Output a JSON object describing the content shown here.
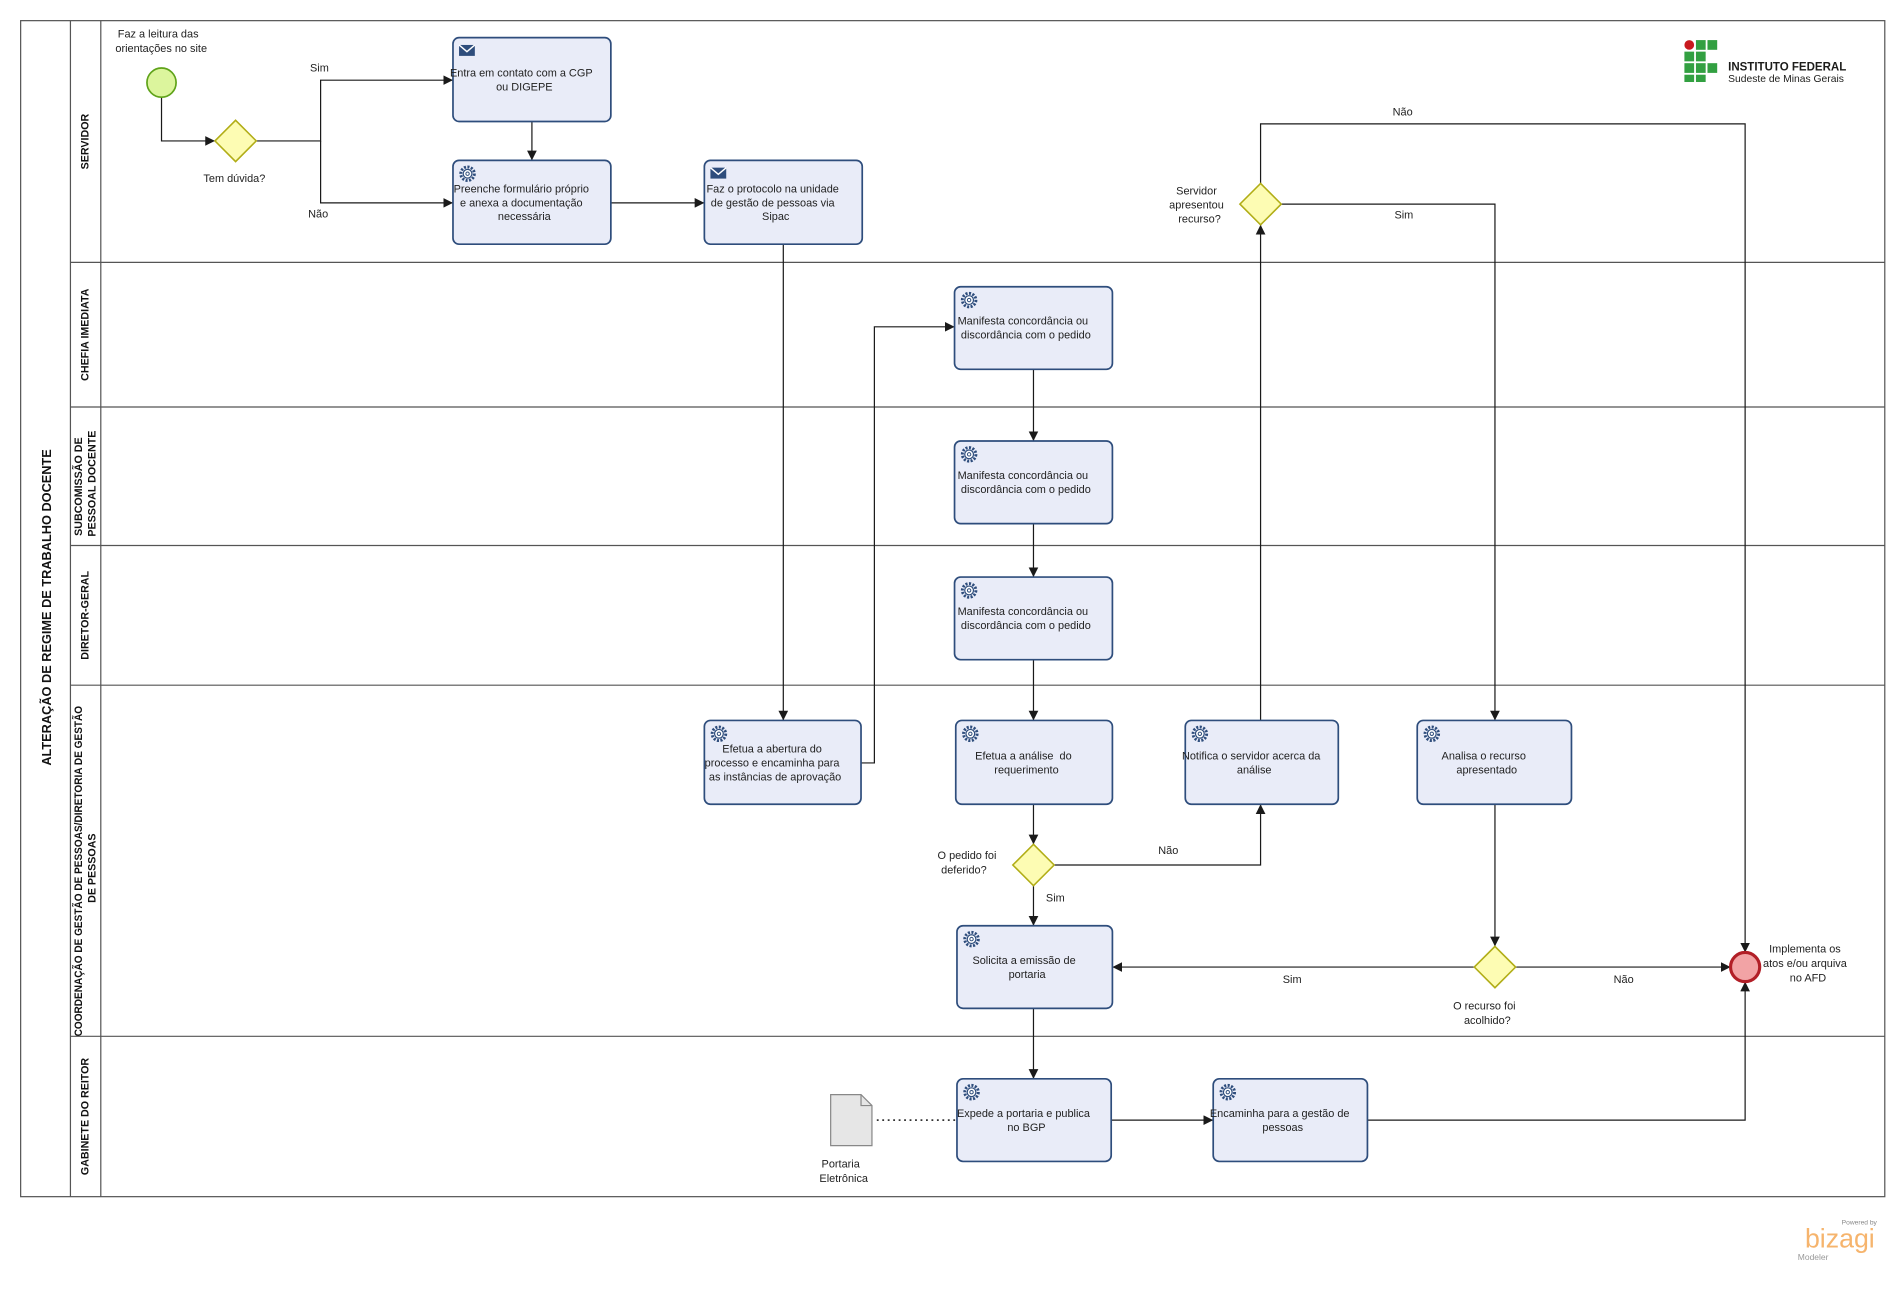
{
  "pool": {
    "title": "ALTERAÇÃO DE REGIME DE TRABALHO DOCENTE"
  },
  "lanes": {
    "servidor": [
      "SERVIDOR"
    ],
    "chefia": [
      "CHEFIA IMEDIATA"
    ],
    "subcomissao": [
      "SUBCOMISSÃO DE",
      "PESSOAL DOCENTE"
    ],
    "diretor": [
      "DIRETOR-GERAL"
    ],
    "coordenacao": [
      "COORDENAÇÃO DE GESTÃO DE PESSOAS/DIRETORIA DE GESTÃO",
      "DE PESSOAS"
    ],
    "gabinete": [
      "GABINETE DO REITOR"
    ]
  },
  "start_event": {
    "label": [
      "Faz a leitura das",
      "orientações no site"
    ]
  },
  "end_event": {
    "label": [
      "Implementa os",
      "atos e/ou arquiva",
      "no AFD"
    ]
  },
  "tasks": {
    "contato": {
      "icon": "envelope-icon",
      "lines": [
        "Entra em contato com a CGP",
        "ou DIGEPE"
      ]
    },
    "formulario": {
      "icon": "gear-icon",
      "lines": [
        "Preenche formulário próprio",
        "e anexa a documentação",
        "necessária"
      ]
    },
    "protocolo": {
      "icon": "envelope-icon",
      "lines": [
        "Faz o protocolo na unidade",
        "de gestão de pessoas via",
        "Sipac"
      ]
    },
    "abertura": {
      "icon": "gear-icon",
      "lines": [
        "Efetua a abertura do",
        "processo e encaminha para",
        "as instâncias de aprovação"
      ]
    },
    "chefia": {
      "icon": "gear-icon",
      "lines": [
        "Manifesta concordância ou",
        "discordância com o pedido"
      ]
    },
    "subcomissao": {
      "icon": "gear-icon",
      "lines": [
        "Manifesta concordância ou",
        "discordância com o pedido"
      ]
    },
    "diretor": {
      "icon": "gear-icon",
      "lines": [
        "Manifesta concordância ou",
        "discordância com o pedido"
      ]
    },
    "analise": {
      "icon": "gear-icon",
      "lines": [
        "Efetua a análise  do",
        "requerimento"
      ]
    },
    "notifica": {
      "icon": "gear-icon",
      "lines": [
        "Notifica o servidor acerca da",
        "análise"
      ]
    },
    "recurso": {
      "icon": "gear-icon",
      "lines": [
        "Analisa o recurso",
        "apresentado"
      ]
    },
    "portaria": {
      "icon": "gear-icon",
      "lines": [
        "Solicita a emissão de",
        "portaria"
      ]
    },
    "expede": {
      "icon": "gear-icon",
      "lines": [
        "Expede a portaria e publica",
        "no BGP"
      ]
    },
    "encaminha": {
      "icon": "gear-icon",
      "lines": [
        "Encaminha para a gestão de",
        "pessoas"
      ]
    }
  },
  "gateways": {
    "duvida": [
      "Tem dúvida?"
    ],
    "deferido": [
      "O pedido foi",
      "deferido?"
    ],
    "recurso": [
      "Servidor",
      "apresentou",
      "recurso?"
    ],
    "acolhido": [
      "O recurso foi",
      "acolhido?"
    ]
  },
  "flows": {
    "duvida_sim": "Sim",
    "duvida_nao": "Não",
    "deferido_nao": "Não",
    "deferido_sim": "Sim",
    "recurso_nao": "Não",
    "recurso_sim": "Sim",
    "acolhido_sim": "Sim",
    "acolhido_nao": "Não"
  },
  "data_object": {
    "icon": "document-icon",
    "label": [
      "Portaria",
      "Eletrônica"
    ]
  },
  "logo": {
    "line1": "INSTITUTO FEDERAL",
    "line2": "Sudeste de Minas Gerais"
  },
  "watermark": {
    "powered": "Powered by",
    "brand": "bizagi",
    "product": "Modeler"
  },
  "colors": {
    "task_fill": "#e9ecf8",
    "task_stroke": "#2e4d7c",
    "gateway_fill": "#fdfcb3",
    "gateway_stroke": "#b1ad16",
    "start_fill": "#dcf59d",
    "start_stroke": "#5fa319",
    "end_fill": "#f2a3a5",
    "end_stroke": "#b21f27",
    "logo_green": "#32a041",
    "logo_red": "#c8191e",
    "brand_orange": "#f39c3d"
  }
}
